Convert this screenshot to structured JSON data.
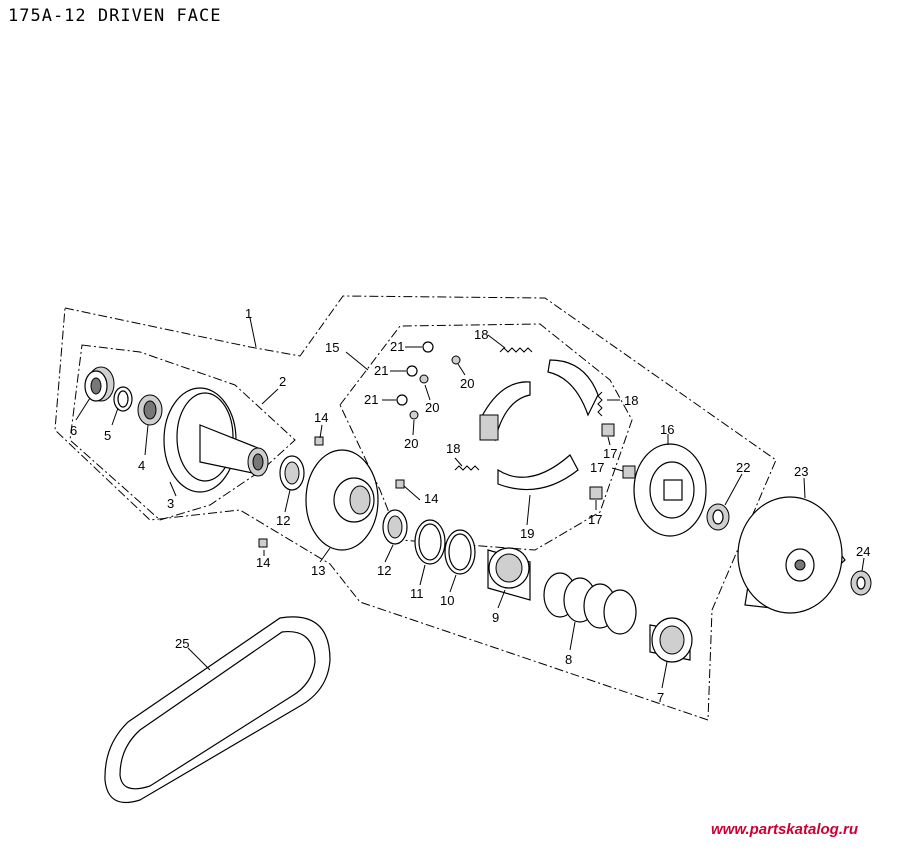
{
  "title": "175A-12 DRIVEN FACE",
  "watermark": {
    "text": "www.partskatalog.ru",
    "color": "#cc0033"
  },
  "callouts": [
    "1",
    "2",
    "3",
    "4",
    "5",
    "6",
    "7",
    "8",
    "9",
    "10",
    "11",
    "12",
    "12",
    "13",
    "14",
    "14",
    "14",
    "15",
    "16",
    "17",
    "17",
    "17",
    "18",
    "18",
    "18",
    "19",
    "20",
    "20",
    "20",
    "21",
    "21",
    "21",
    "22",
    "23",
    "24",
    "25"
  ]
}
